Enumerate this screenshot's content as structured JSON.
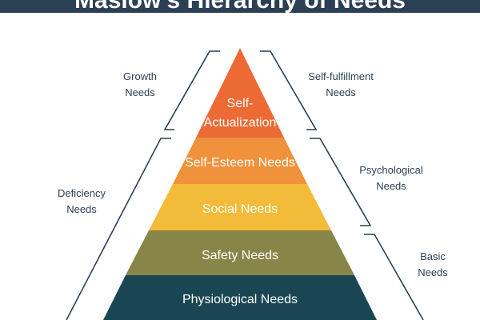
{
  "header": {
    "title": "Maslow's Hierarchy of Needs"
  },
  "tiers": [
    {
      "label_line1": "Self-",
      "label_line2": "Actualization",
      "color": "#ec6a34"
    },
    {
      "label": "Self-Esteem Needs",
      "color": "#f0913b"
    },
    {
      "label": "Social Needs",
      "color": "#f2bb39"
    },
    {
      "label": "Safety Needs",
      "color": "#878547"
    },
    {
      "label": "Physiological Needs",
      "color": "#1a4653"
    }
  ],
  "left_groups": [
    {
      "line1": "Growth",
      "line2": "Needs"
    },
    {
      "line1": "Deficiency",
      "line2": "Needs"
    }
  ],
  "right_groups": [
    {
      "line1": "Self-fulfillment",
      "line2": "Needs"
    },
    {
      "line1": "Psychological",
      "line2": "Needs"
    },
    {
      "line1": "Basic",
      "line2": "Needs"
    }
  ],
  "colors": {
    "bracket": "#2b3f55",
    "header_bg": "#2b3f55"
  }
}
